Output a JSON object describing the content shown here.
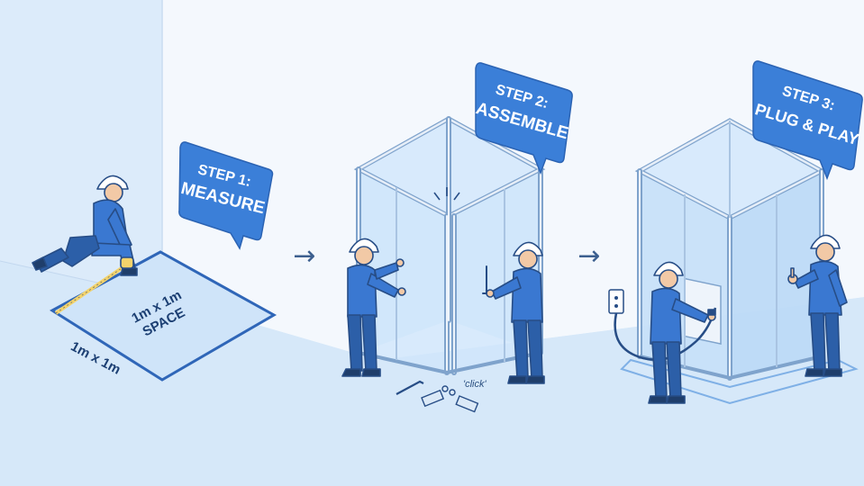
{
  "steps": [
    {
      "title_line1": "STEP 1:",
      "title_line2": "MEASURE"
    },
    {
      "title_line1": "STEP 2:",
      "title_line2": "ASSEMBLE"
    },
    {
      "title_line1": "STEP 3:",
      "title_line2": "PLUG & PLAY"
    }
  ],
  "floor_area": {
    "line1": "1m x 1m",
    "line2": "SPACE"
  },
  "dimension_label": "1m x 1m",
  "click_label": "'click'",
  "arrows": [
    "→",
    "→"
  ],
  "colors": {
    "bubble": "#3b7fd8",
    "worker": "#3a78d1",
    "outline": "#274d86",
    "background": "#eaf3fb"
  }
}
